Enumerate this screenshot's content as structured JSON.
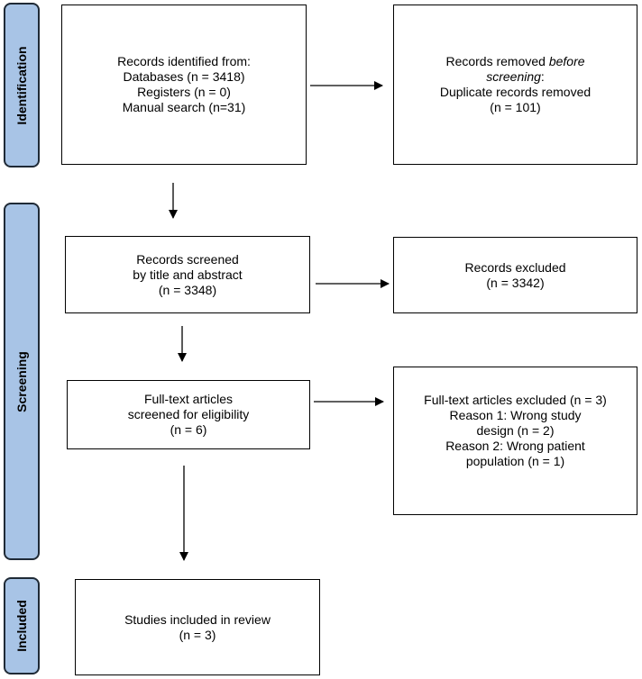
{
  "phases": {
    "identification": "Identification",
    "screening": "Screening",
    "included": "Included"
  },
  "boxes": {
    "identified": {
      "line1": "Records identified from:",
      "line2": "Databases (n = 3418)",
      "line3": "Registers (n = 0)",
      "line4": "Manual search (n=31)"
    },
    "removed": {
      "line1_pre": "Records removed ",
      "line1_em": "before",
      "line2_em": "screening",
      "line2_post": ":",
      "line3": "Duplicate records removed",
      "line4": "(n = 101)"
    },
    "screened": {
      "line1": "Records screened",
      "line2": "by title and abstract",
      "line3": "(n = 3348)"
    },
    "excluded": {
      "line1": "Records excluded",
      "line2": "(n = 3342)"
    },
    "fulltext": {
      "line1": "Full-text articles",
      "line2": "screened for eligibility",
      "line3": "(n = 6)"
    },
    "fulltext_excluded": {
      "line1": "Full-text articles excluded (n = 3)",
      "line2": "Reason 1: Wrong study",
      "line3": "design (n = 2)",
      "line4": "Reason 2: Wrong patient",
      "line5": "population (n = 1)"
    },
    "included": {
      "line1": "Studies included in review",
      "line2": "(n = 3)"
    }
  },
  "colors": {
    "phase_fill": "#a8c4e6",
    "phase_border": "#1f2a36"
  }
}
